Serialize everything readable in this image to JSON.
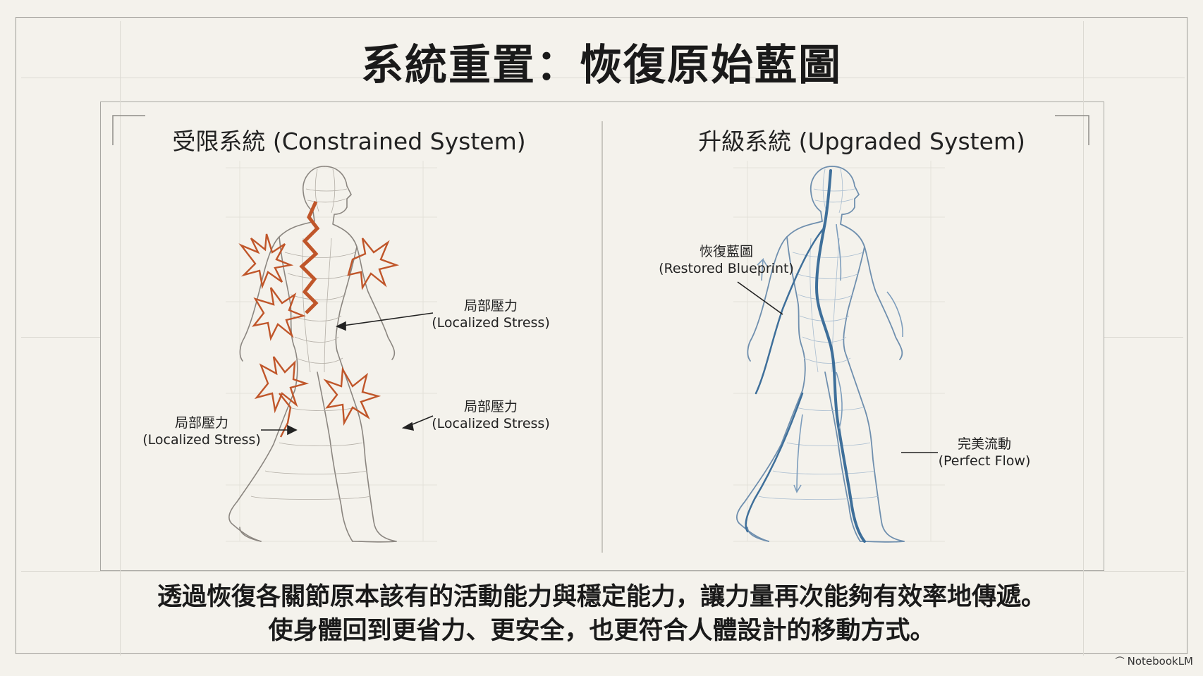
{
  "title": "系統重置：恢復原始藍圖",
  "left_panel": {
    "heading": "受限系統 (Constrained System)",
    "labels": [
      {
        "zh": "局部壓力",
        "en": "(Localized Stress)"
      },
      {
        "zh": "局部壓力",
        "en": "(Localized Stress)"
      },
      {
        "zh": "局部壓力",
        "en": "(Localized Stress)"
      }
    ]
  },
  "right_panel": {
    "heading": "升級系統 (Upgraded System)",
    "labels": [
      {
        "zh": "恢復藍圖",
        "en": "(Restored Blueprint)"
      },
      {
        "zh": "完美流動",
        "en": "(Perfect Flow)"
      }
    ]
  },
  "caption": {
    "line1": "透過恢復各關節原本該有的活動能力與穩定能力，讓力量再次能夠有效率地傳遞。",
    "line2": "使身體回到更省力、更安全，也更符合人體設計的移動方式。"
  },
  "brand": "NotebookLM",
  "colors": {
    "stress": "#c0562a",
    "flow": "#3e6f9a",
    "outline": "#8b8680",
    "frame": "#9d9c97"
  }
}
